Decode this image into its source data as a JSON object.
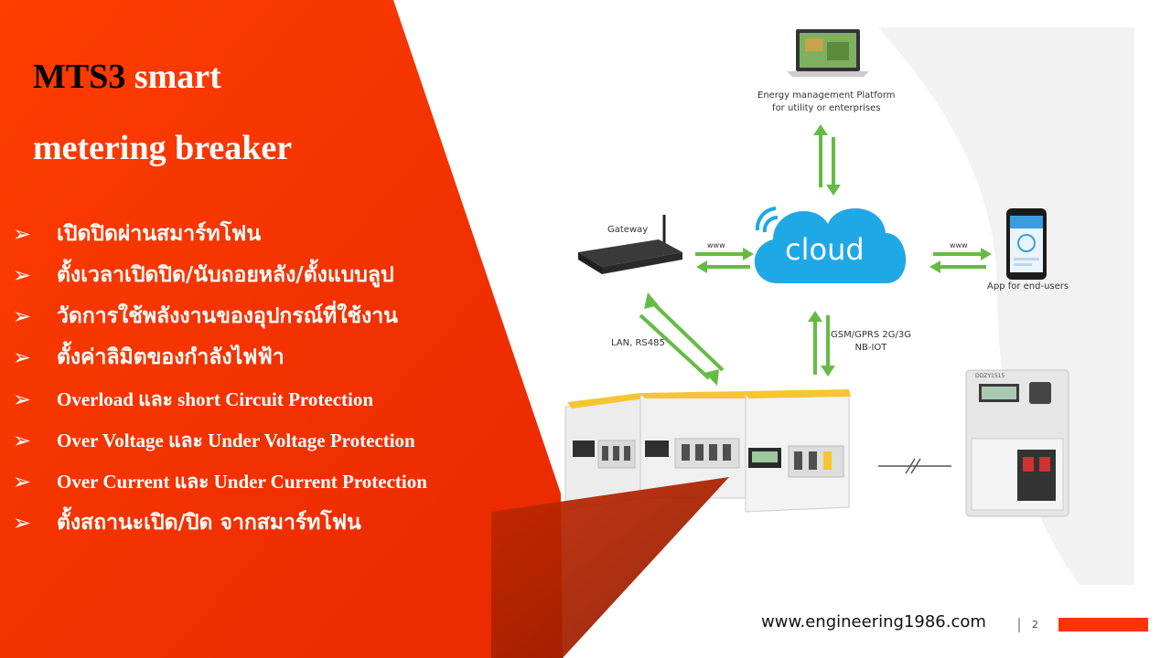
{
  "title": {
    "highlight": "MTS3",
    "line1_rest": " smart",
    "line2": "metering breaker"
  },
  "bullets": [
    {
      "text": "เปิดปิดผ่านสมาร์ทโฟน",
      "lang": "th"
    },
    {
      "text": "ตั้งเวลาเปิดปิด/นับถอยหลัง/ตั้งแบบลูป",
      "lang": "th"
    },
    {
      "text": "วัดการใช้พลังงานของอุปกรณ์ที่ใช้งาน",
      "lang": "th"
    },
    {
      "text": "ตั้งค่าลิมิตของกำลังไฟฟ้า",
      "lang": "th"
    },
    {
      "text": "Overload และ short Circuit Protection",
      "lang": "en"
    },
    {
      "text": "Over Voltage และ Under Voltage Protection",
      "lang": "en"
    },
    {
      "text": "Over Current และ Under Current Protection",
      "lang": "en"
    },
    {
      "text": "ตั้งสถานะเปิด/ปิด จากสมาร์ทโฟน",
      "lang": "th"
    }
  ],
  "bullet_symbol": "➢",
  "diagram": {
    "platform_label_line1": "Energy management Platform",
    "platform_label_line2": "for utility or enterprises",
    "gateway_label": "Gateway",
    "cloud_label": "cloud",
    "app_label": "App for end-users",
    "www_left": "www",
    "www_right": "www",
    "lan_label": "LAN, RS485",
    "gsm_label_line1": "GSM/GPRS 2G/3G",
    "gsm_label_line2": "NB-IOT",
    "meter_label": "DDZY1515"
  },
  "footer": {
    "url": "www.engineering1986.com",
    "page": "2"
  },
  "colors": {
    "accent_red": "#ff3300",
    "dark_red": "#a82000",
    "arrow_green": "#66bb44",
    "cloud_blue": "#1fa8e6"
  }
}
